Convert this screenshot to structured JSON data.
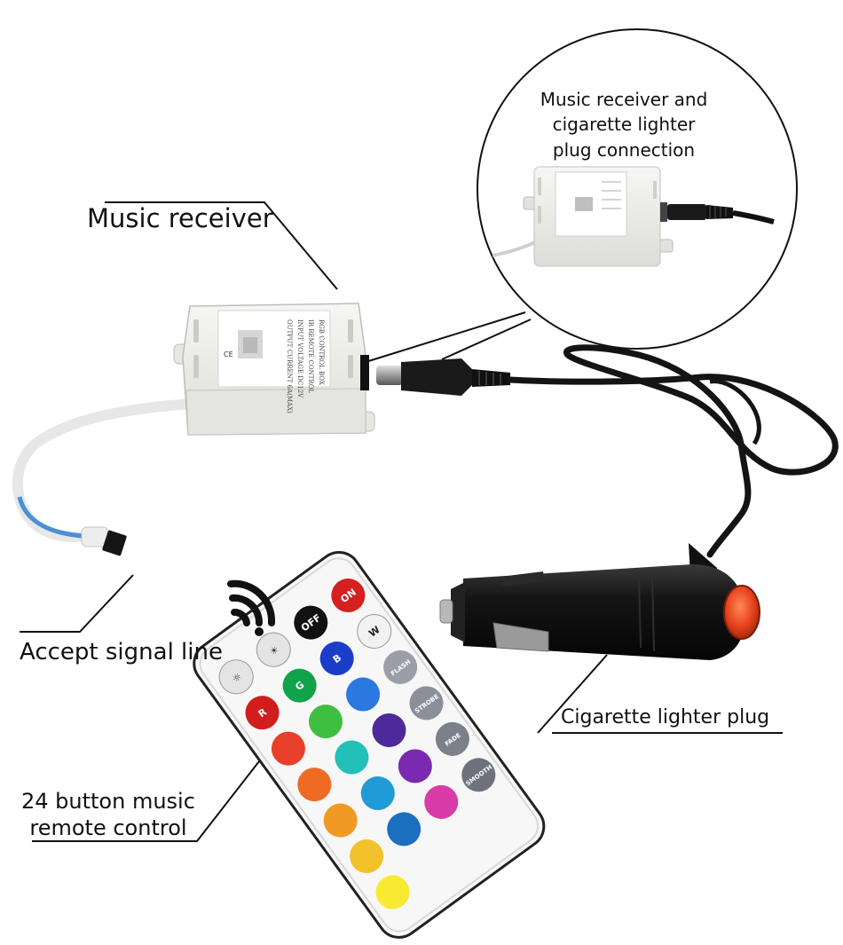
{
  "labels": {
    "music_receiver": "Music receiver",
    "accept_signal_line": "Accept signal line",
    "cigarette_lighter_plug": "Cigarette lighter plug",
    "remote_line1": "24 button music",
    "remote_line2": "remote control",
    "inset_line1": "Music receiver and",
    "inset_line2": "cigarette lighter",
    "inset_line3": "plug connection"
  },
  "receiver_box_text": {
    "line1": "RGB CONTROL BOX",
    "line2": "IR REMOTE CONTROL",
    "line3": "INPUT VOLTAGE DC12V",
    "line4": "OUTPUT CURRENT 6A(MAX)"
  },
  "remote_buttons": {
    "on": "ON",
    "off": "OFF",
    "w": "W",
    "r": "R",
    "g": "G",
    "b": "B",
    "flash": "FLASH",
    "strobe": "STROBE",
    "fade": "FADE",
    "smooth": "SMOOTH"
  },
  "colors": {
    "box": "#efefec",
    "cable": "#151515",
    "switch": "#e8451d",
    "remote_body": "#f7f7f7"
  }
}
